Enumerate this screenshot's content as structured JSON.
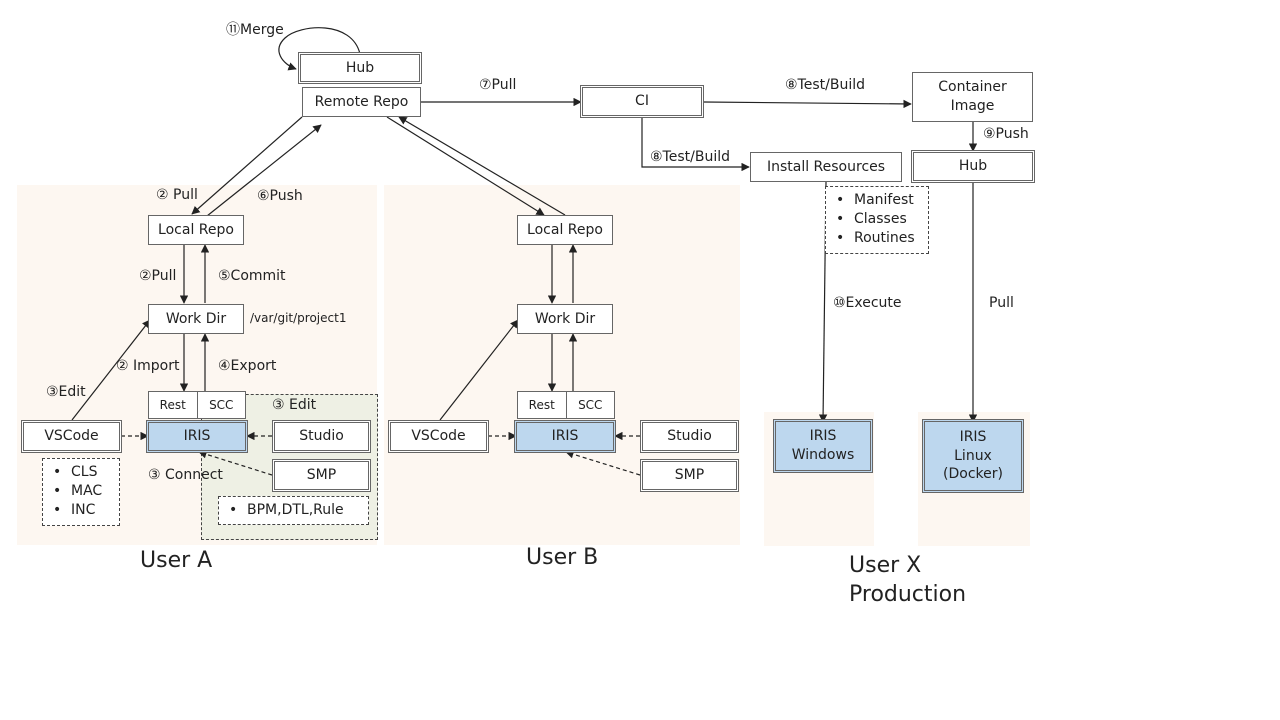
{
  "top": {
    "hub": "Hub",
    "remote_repo": "Remote Repo",
    "ci": "CI",
    "container_image": [
      "Container",
      "Image"
    ],
    "hub_prod": "Hub",
    "install_resources": "Install Resources",
    "install_items": [
      "Manifest",
      "Classes",
      "Routines"
    ]
  },
  "steps": {
    "merge": "⑪Merge",
    "pull_ci": "⑦Pull",
    "test_build_1": "⑧Test/Build",
    "test_build_2": "⑧Test/Build",
    "push_hub": "⑨Push",
    "execute": "⑩Execute",
    "pull_docker": "Pull"
  },
  "user_a": {
    "label": "User A",
    "local_repo": "Local Repo",
    "work_dir": "Work Dir",
    "work_dir_path": "/var/git/project1",
    "rest": "Rest",
    "scc": "SCC",
    "iris": "IRIS",
    "vscode": "VSCode",
    "studio": "Studio",
    "smp": "SMP",
    "vscode_items": [
      "CLS",
      "MAC",
      "INC"
    ],
    "smp_items": [
      "BPM,DTL,Rule"
    ],
    "step_pull_remote": "② Pull",
    "step_push": "⑥Push",
    "step_pull_local": "②Pull",
    "step_commit": "⑤Commit",
    "step_import": "② Import",
    "step_export": "④Export",
    "step_edit_vscode": "③Edit",
    "step_edit_studio": "③ Edit",
    "step_connect": "③ Connect"
  },
  "user_b": {
    "label": "User B",
    "local_repo": "Local Repo",
    "work_dir": "Work Dir",
    "rest": "Rest",
    "scc": "SCC",
    "iris": "IRIS",
    "vscode": "VSCode",
    "studio": "Studio",
    "smp": "SMP"
  },
  "user_x": {
    "label_line1": "User X",
    "label_line2": "Production",
    "iris_windows": [
      "IRIS",
      "Windows"
    ],
    "iris_linux": [
      "IRIS",
      "Linux",
      "(Docker)"
    ]
  },
  "colors": {
    "region": "#fdf7f1",
    "smp_area": "#eef0e4",
    "iris": "#bdd7ee"
  }
}
